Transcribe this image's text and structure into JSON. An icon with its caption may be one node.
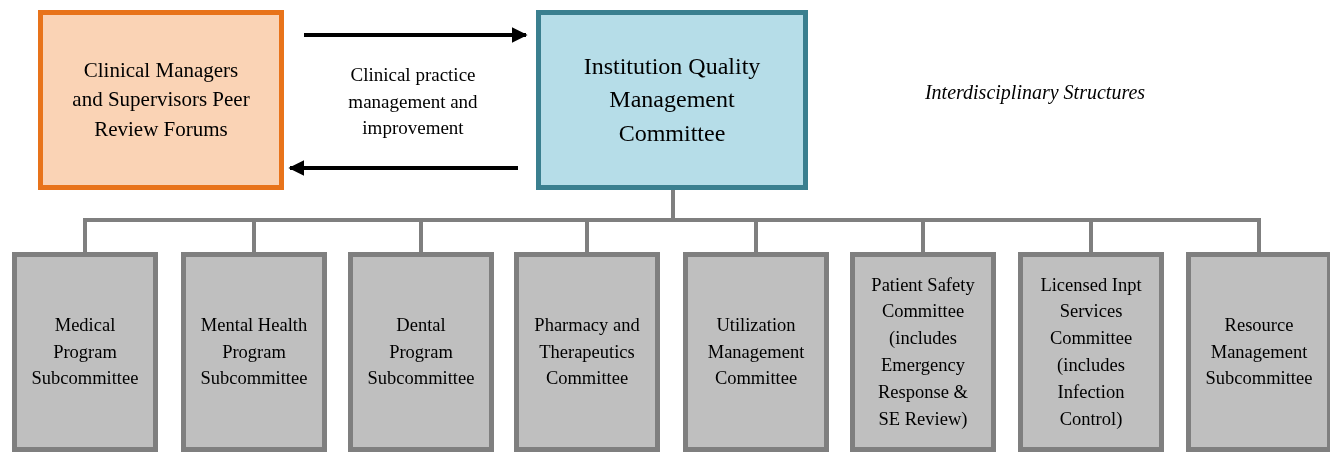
{
  "diagram": {
    "nodes": [
      {
        "text": [
          "Clinical Managers and Supervisors Peer Review Forums"
        ]
      },
      {
        "text": [
          "Institution Quality Management Committee"
        ]
      },
      {
        "text": [
          "Medical Program Subcommittee"
        ]
      },
      {
        "text": [
          "Mental Health Program Subcommittee"
        ]
      },
      {
        "text": [
          "Dental Program Subcommittee"
        ]
      },
      {
        "text": [
          "Pharmacy and Therapeutics Committee"
        ]
      },
      {
        "text": [
          "Utilization Management Committee"
        ]
      },
      {
        "text": [
          "Patient Safety Committee (includes Emergency Response & SE Review)"
        ]
      },
      {
        "text": [
          "Licensed Inpt Services Committee (includes Infection Control)"
        ]
      },
      {
        "text": [
          "Resource Management Subcommittee"
        ]
      }
    ],
    "edges": [
      {
        "from": 0,
        "to": 1,
        "arrow": "to",
        "color": "#000000"
      },
      {
        "from": 1,
        "to": 0,
        "arrow": "to",
        "color": "#000000"
      },
      {
        "from": 1,
        "to": 2,
        "arrow": "none"
      },
      {
        "from": 1,
        "to": 3,
        "arrow": "none"
      },
      {
        "from": 1,
        "to": 4,
        "arrow": "none"
      },
      {
        "from": 1,
        "to": 5,
        "arrow": "none"
      },
      {
        "from": 1,
        "to": 6,
        "arrow": "none"
      },
      {
        "from": 1,
        "to": 7,
        "arrow": "none"
      },
      {
        "from": 1,
        "to": 8,
        "arrow": "none"
      },
      {
        "from": 1,
        "to": 9,
        "arrow": "none"
      }
    ],
    "labels": [
      "Clinical practice management and improvement",
      "Interdisciplinary Structures"
    ]
  }
}
